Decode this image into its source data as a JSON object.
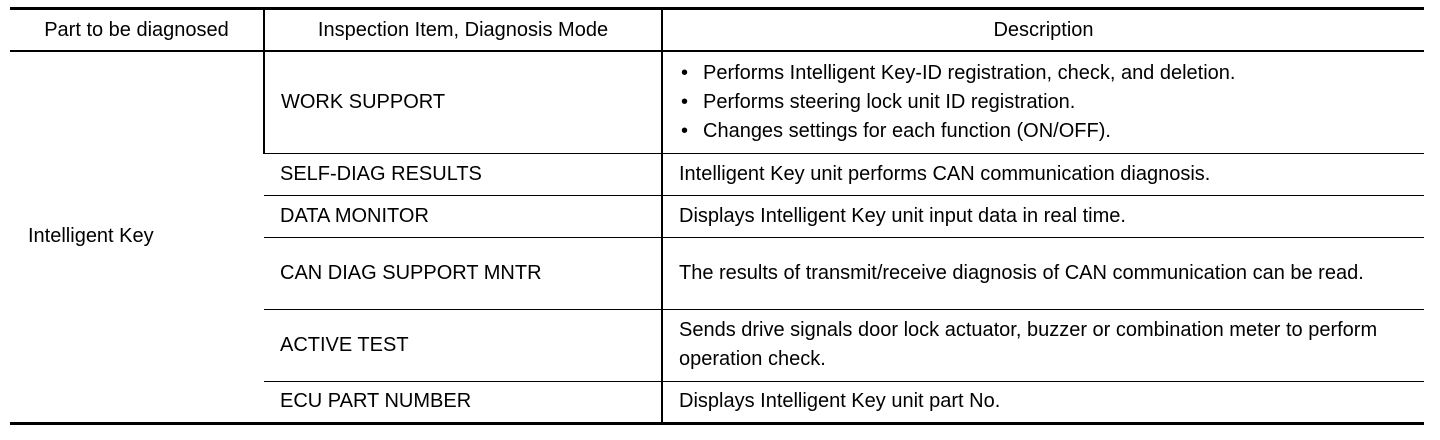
{
  "headers": {
    "part": "Part to be diagnosed",
    "item": "Inspection Item, Diagnosis Mode",
    "description": "Description"
  },
  "part_name": "Intelligent Key",
  "bullet_glyph": "•",
  "rows": [
    {
      "item": "WORK SUPPORT",
      "bullets": [
        "Performs Intelligent Key-ID registration, check, and deletion.",
        "Performs steering lock unit ID registration.",
        "Changes settings for each function (ON/OFF)."
      ]
    },
    {
      "item": "SELF-DIAG RESULTS",
      "description": "Intelligent Key unit performs CAN communication diagnosis."
    },
    {
      "item": "DATA MONITOR",
      "description": "Displays Intelligent Key unit input data in real time."
    },
    {
      "item": "CAN DIAG SUPPORT MNTR",
      "description": "The results of transmit/receive diagnosis of CAN communication can be read."
    },
    {
      "item": "ACTIVE TEST",
      "description": "Sends drive signals door lock actuator, buzzer or combination meter to perform operation check."
    },
    {
      "item": "ECU PART NUMBER",
      "description": "Displays Intelligent Key unit part No."
    }
  ]
}
